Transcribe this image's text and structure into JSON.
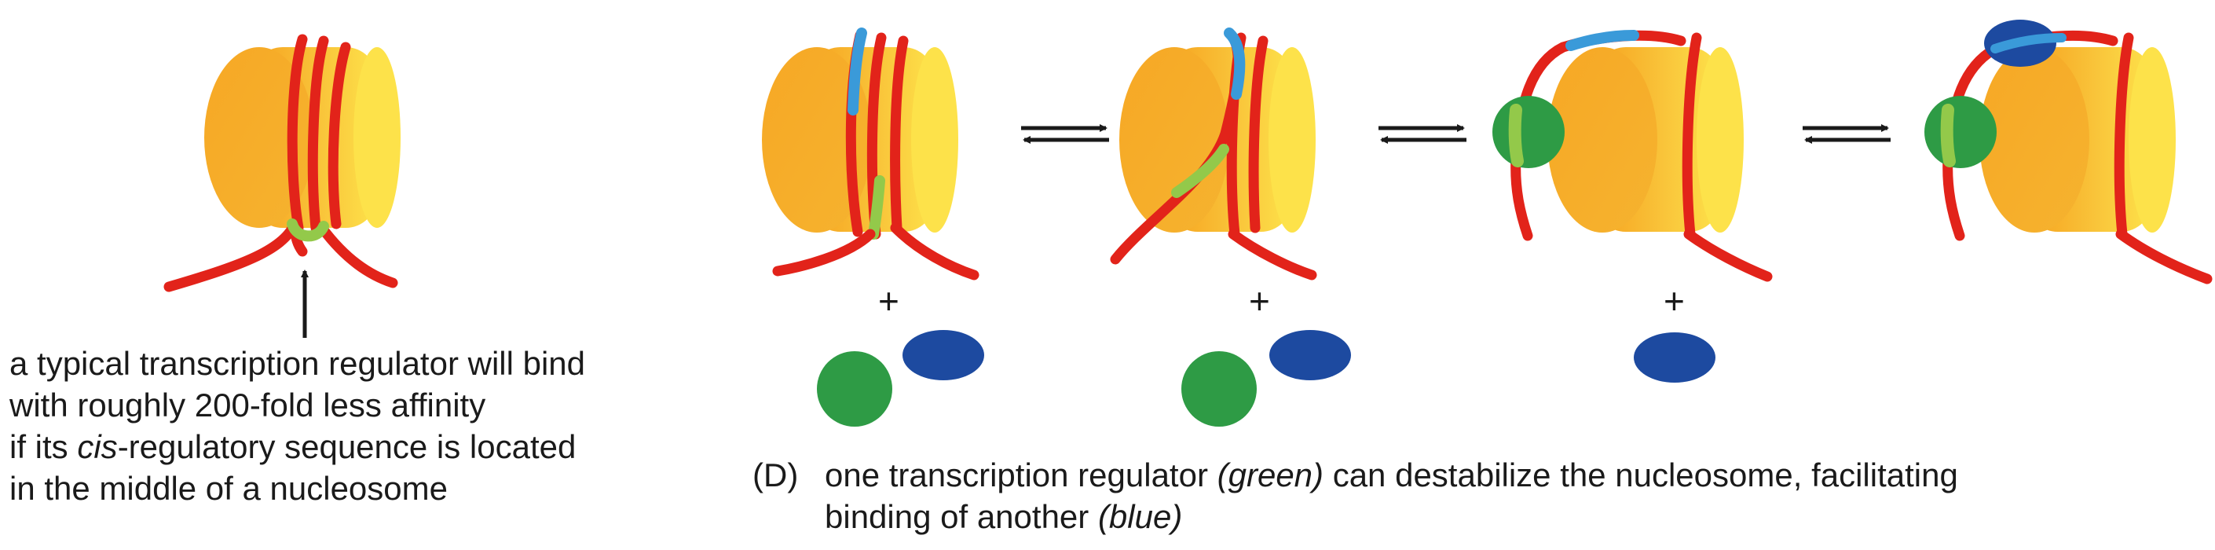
{
  "left_panel": {
    "caption_lines": [
      {
        "before": "a typical transcription regulator will bind",
        "italic": "",
        "after": ""
      },
      {
        "before": "with roughly 200-fold less affinity",
        "italic": "",
        "after": ""
      },
      {
        "before": "if its ",
        "italic": "cis",
        "after": "-regulatory sequence is located"
      },
      {
        "before": "in the middle of a nucleosome",
        "italic": "",
        "after": ""
      }
    ]
  },
  "panel_d": {
    "label": "(D)",
    "line1_pre": "one transcription regulator ",
    "line1_green": "(green)",
    "line1_post": " can destabilize the nucleosome, facilitating",
    "line2_pre": "binding of another ",
    "line2_blue": "(blue)"
  },
  "plus_signs": [
    "+",
    "+",
    "+"
  ],
  "colors": {
    "histone": "#f7b733",
    "histone_light": "#fde24a",
    "dna": "#e2231a",
    "green_site": "#93c94a",
    "blue_site": "#3a9ad9",
    "green_regulator": "#2e9b45",
    "blue_regulator": "#1d4aa0",
    "arrow": "#1a1a1a"
  }
}
